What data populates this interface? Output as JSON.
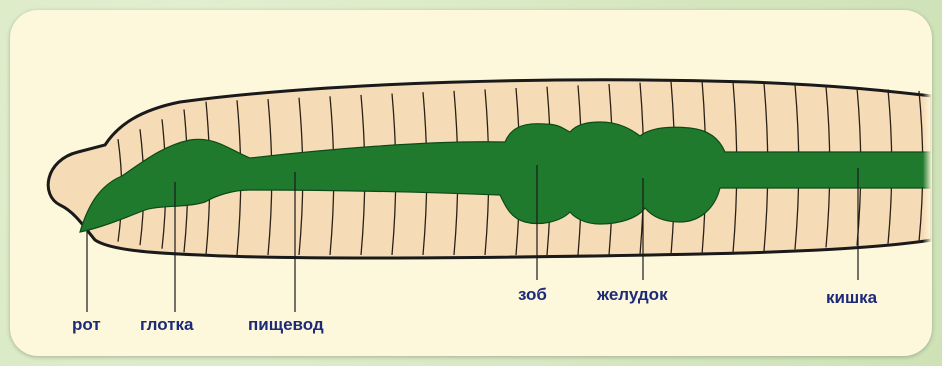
{
  "labels": {
    "mouth": "рот",
    "pharynx": "глотка",
    "esophagus": "пищевод",
    "crop": "зоб",
    "gizzard": "желудок",
    "intestine": "кишка"
  },
  "colors": {
    "body": "#f6dcb6",
    "gut": "#1f7a2e",
    "outline": "#1a1a1a",
    "label": "#1c2a78",
    "background": "#fdf8dc"
  }
}
